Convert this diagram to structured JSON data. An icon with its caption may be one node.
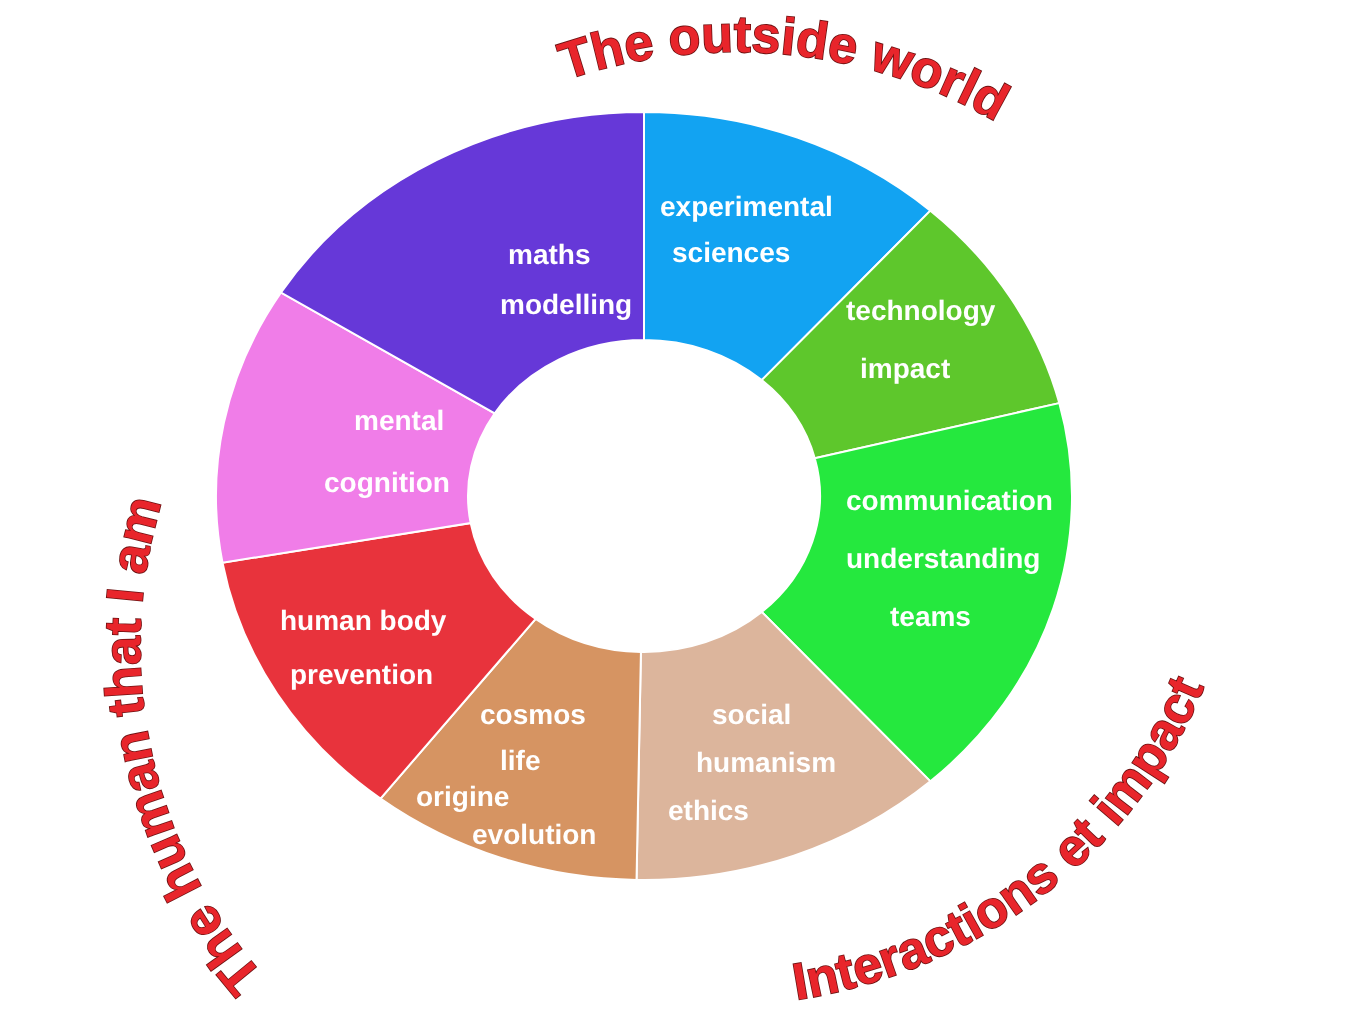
{
  "diagram": {
    "nodes": [
      {
        "text": [
          "experimental sciences"
        ]
      },
      {
        "text": [
          "technology",
          "impact"
        ]
      },
      {
        "text": [
          "communication",
          "understanding",
          "teams"
        ]
      },
      {
        "text": [
          "social",
          "humanism",
          "ethics"
        ]
      },
      {
        "text": [
          "cosmos",
          "life",
          "origine",
          "evolution"
        ]
      },
      {
        "text": [
          "human body",
          "prevention"
        ]
      },
      {
        "text": [
          "mental",
          "cognition"
        ]
      },
      {
        "text": [
          "maths",
          "modelling"
        ]
      }
    ],
    "labels": [
      "The outside world",
      "The human that I am",
      "Interactions et impact"
    ]
  }
}
